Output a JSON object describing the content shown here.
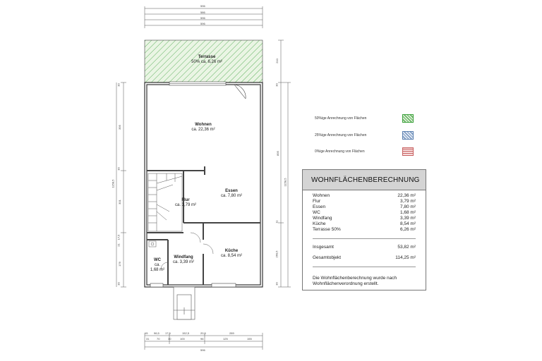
{
  "rooms": {
    "terrasse": {
      "name": "Terrasse",
      "area": "50% ca. 6,26 m²"
    },
    "wohnen": {
      "name": "Wohnen",
      "area": "ca. 22,36 m²"
    },
    "essen": {
      "name": "Essen",
      "area": "ca. 7,80 m²"
    },
    "flur": {
      "name": "Flur",
      "area": "ca. 3,79 m²"
    },
    "kueche": {
      "name": "Küche",
      "area": "ca. 8,54 m²"
    },
    "wc": {
      "name": "WC",
      "area_line1": "ca.",
      "area_line2": "1,68 m²"
    },
    "windfang": {
      "name": "Windfang",
      "area": "ca. 3,39 m²"
    }
  },
  "dimensions": {
    "top": [
      "596",
      "586",
      "596",
      "596"
    ],
    "left": [
      "30",
      "395",
      "30",
      "301",
      "17,5",
      "21",
      "176",
      "30",
      "1158,5"
    ],
    "right": [
      "210",
      "30",
      "895",
      "1158,5",
      "11",
      "260,5",
      "30"
    ],
    "bottom_row1": [
      "15",
      "96,5",
      "17,5",
      "152,5",
      "20,5",
      "289"
    ],
    "bottom_row2": [
      "31",
      "70",
      "30",
      "100",
      "96",
      "125",
      "155"
    ],
    "bottom_total": "596"
  },
  "legend": [
    {
      "label": "50%ige Anrechnung von Flächen",
      "color": "#3aa03a",
      "fill": "#d9ecd2"
    },
    {
      "label": "25%ige Anrechnung von Flächen",
      "color": "#5a7fb0",
      "fill": "#dfe7f2"
    },
    {
      "label": "0%ige Anrechnung von Flächen",
      "color": "#c86060",
      "fill": "#f6dede"
    }
  ],
  "calc": {
    "title": "WOHNFLÄCHENBERECHNUNG",
    "rows": [
      {
        "name": "Wohnen",
        "value": "22,36 m²"
      },
      {
        "name": "Flur",
        "value": "3,79 m²"
      },
      {
        "name": "Essen",
        "value": "7,80 m²"
      },
      {
        "name": "WC",
        "value": "1,68 m²"
      },
      {
        "name": "Windfang",
        "value": "3,39 m²"
      },
      {
        "name": "Küche",
        "value": "8,54 m²"
      },
      {
        "name": "Terrasse 50%",
        "value": "6,26 m²"
      }
    ],
    "sum_label": "Insgesamt",
    "sum_value": "53,82 m²",
    "total_label": "Gesamtobjekt",
    "total_value": "114,25 m²",
    "note": "Die Wohnflächenberechnung wurde nach Wohnflächenverordnung erstellt."
  }
}
